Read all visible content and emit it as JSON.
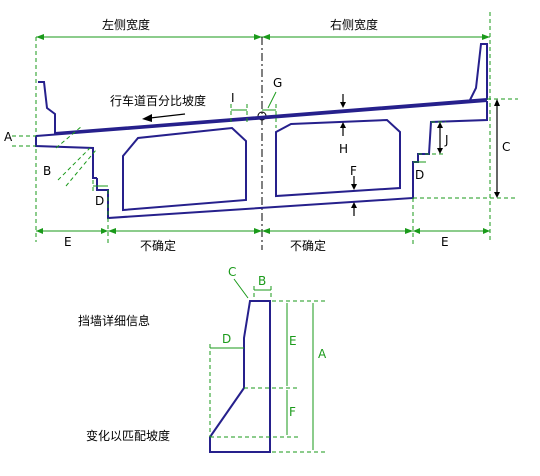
{
  "labels": {
    "left_width": "左侧宽度",
    "right_width": "右侧宽度",
    "slope": "行车道百分比坡度",
    "uncertain_left": "不确定",
    "uncertain_right": "不确定",
    "barrier_info": "挡墙详细信息",
    "variable_slope": "变化以匹配坡度"
  },
  "letters": {
    "A": "A",
    "B": "B",
    "C": "C",
    "D_left": "D",
    "D_right": "D",
    "E_left": "E",
    "E_right": "E",
    "F": "F",
    "G": "G",
    "H": "H",
    "I": "I",
    "J": "J"
  },
  "detail_letters": {
    "A": "A",
    "B": "B",
    "C": "C",
    "D": "D",
    "E": "E",
    "F": "F"
  },
  "colors": {
    "structure": "#26208c",
    "dimension": "#1a9a1a",
    "text": "#000000"
  }
}
